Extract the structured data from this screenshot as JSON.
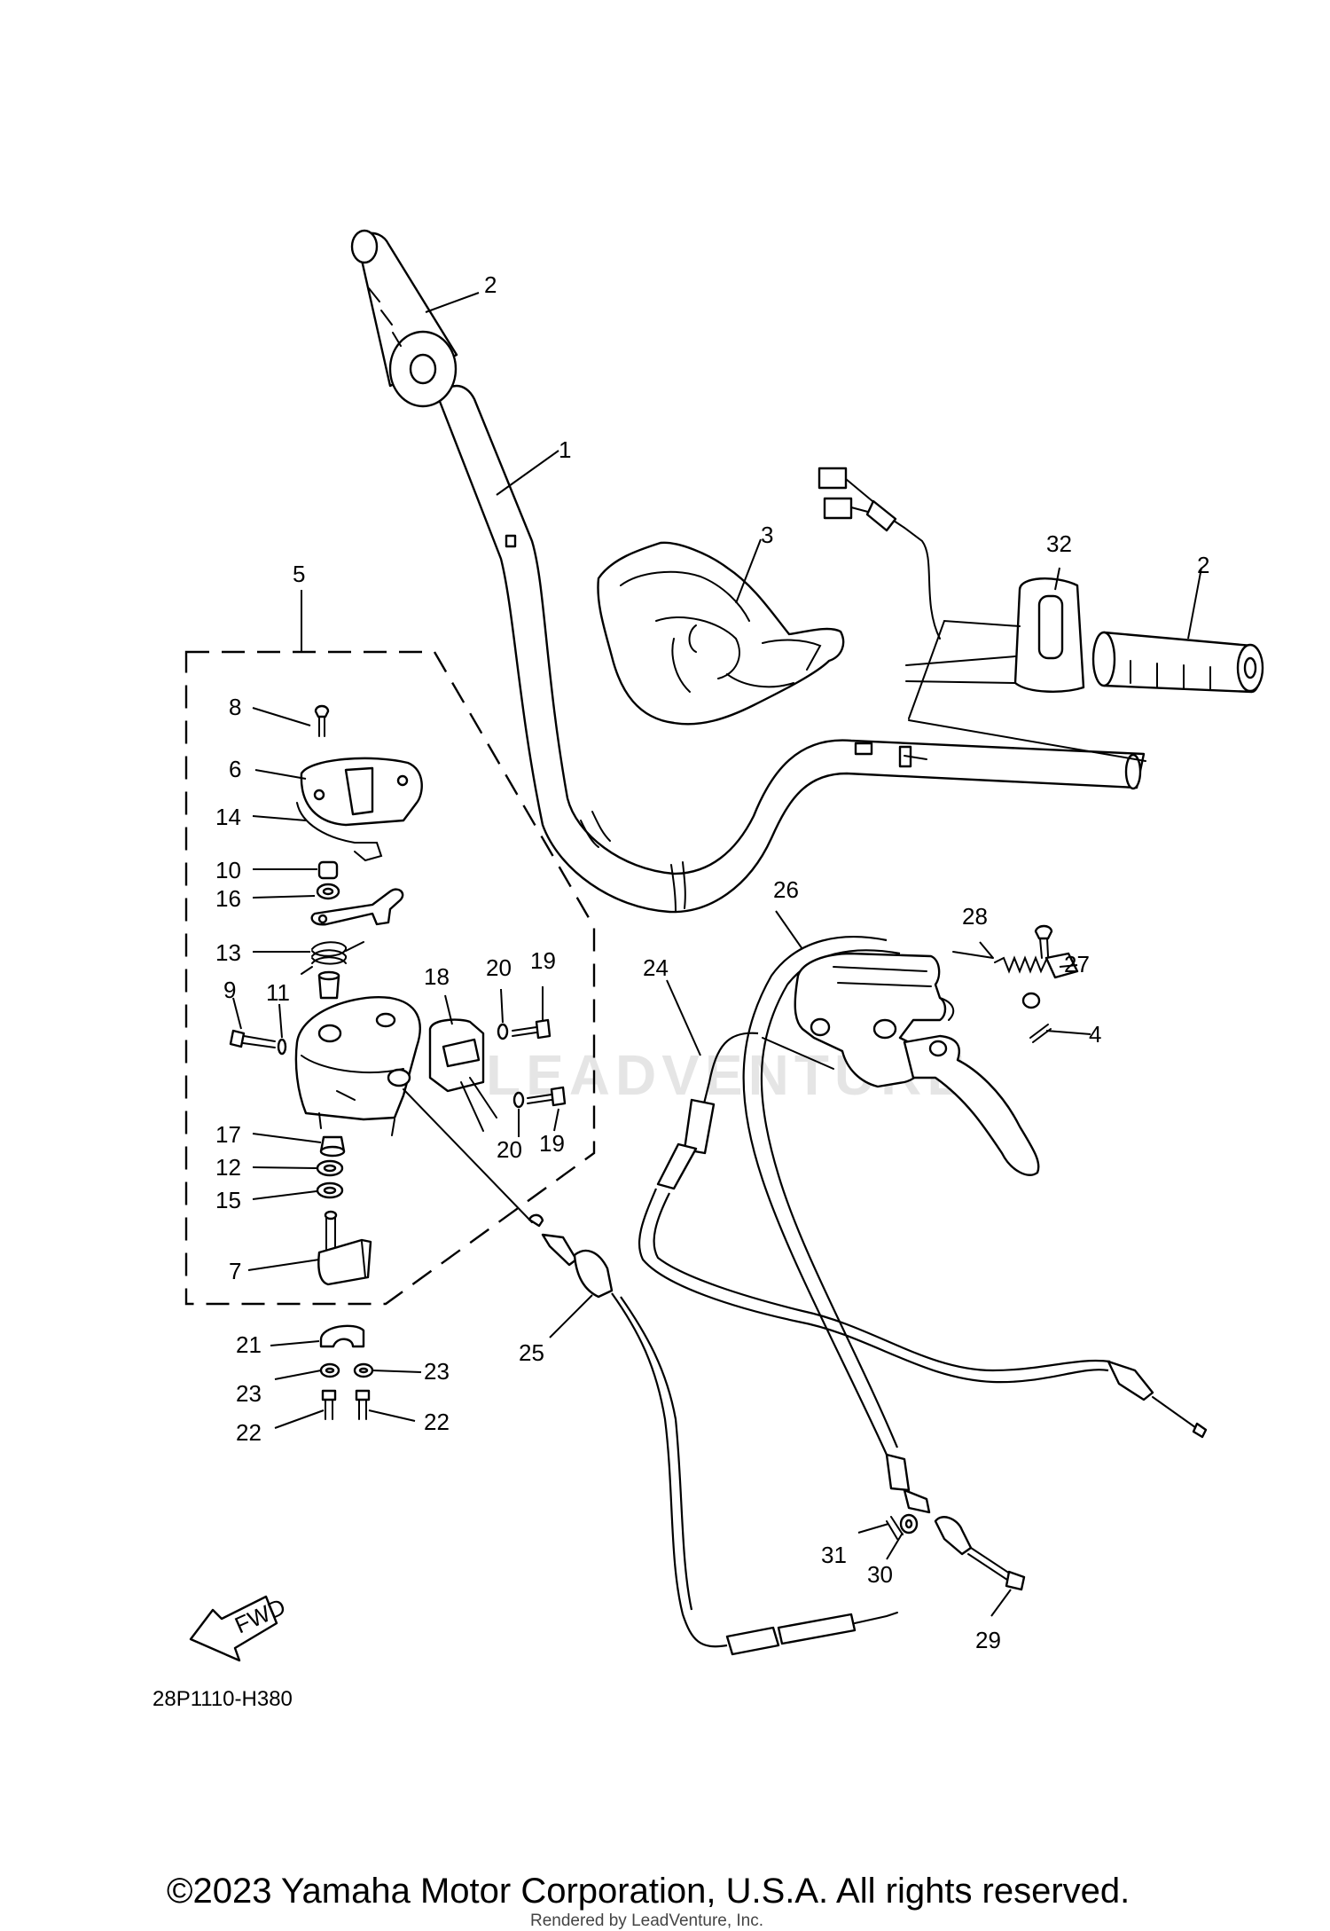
{
  "diagram": {
    "code": "28P1110-H380",
    "fwd_label": "FWD",
    "watermark": "LEADVENTURE",
    "copyright": "©2023 Yamaha Motor Corporation, U.S.A. All rights reserved.",
    "rendered_by": "Rendered by LeadVenture, Inc."
  },
  "callouts": {
    "c1": "1",
    "c2a": "2",
    "c2b": "2",
    "c3": "3",
    "c4": "4",
    "c5": "5",
    "c6": "6",
    "c7": "7",
    "c8": "8",
    "c9": "9",
    "c10": "10",
    "c11": "11",
    "c12": "12",
    "c13": "13",
    "c14": "14",
    "c15": "15",
    "c16": "16",
    "c17": "17",
    "c18": "18",
    "c19a": "19",
    "c19b": "19",
    "c20a": "20",
    "c20b": "20",
    "c21": "21",
    "c22a": "22",
    "c22b": "22",
    "c23a": "23",
    "c23b": "23",
    "c24": "24",
    "c25": "25",
    "c26": "26",
    "c27": "27",
    "c28": "28",
    "c29": "29",
    "c30": "30",
    "c31": "31",
    "c32": "32"
  }
}
